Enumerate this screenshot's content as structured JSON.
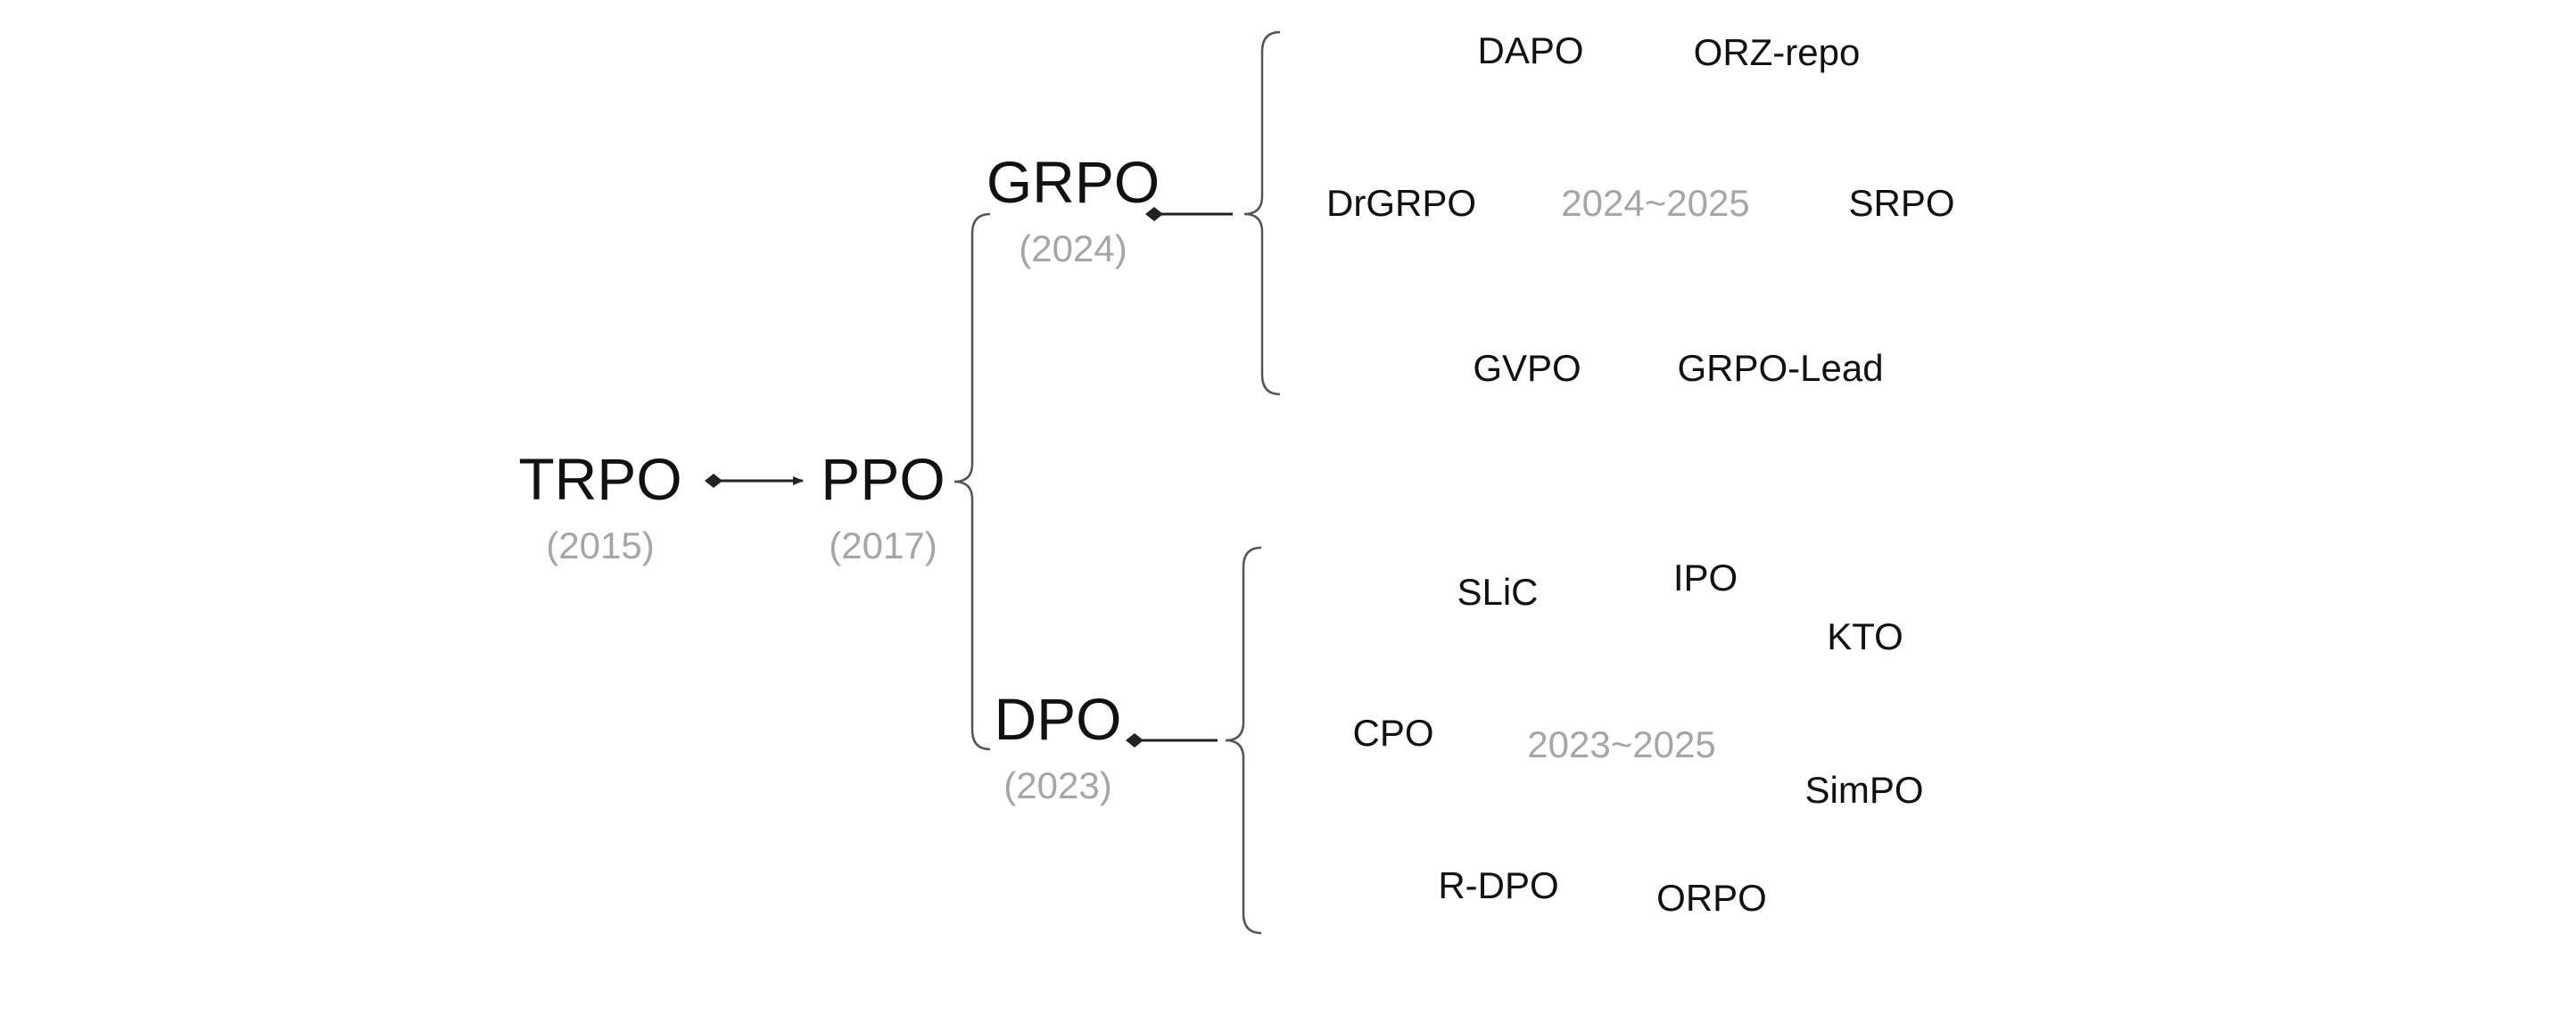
{
  "nodes": {
    "trpo": {
      "name": "TRPO",
      "year": "(2015)"
    },
    "ppo": {
      "name": "PPO",
      "year": "(2017)"
    },
    "grpo": {
      "name": "GRPO",
      "year": "(2024)"
    },
    "dpo": {
      "name": "DPO",
      "year": "(2023)"
    }
  },
  "grpo_group": {
    "range": "2024~2025",
    "items": [
      "DAPO",
      "ORZ-repo",
      "DrGRPO",
      "SRPO",
      "GVPO",
      "GRPO-Lead"
    ]
  },
  "dpo_group": {
    "range": "2023~2025",
    "items": [
      "SLiC",
      "IPO",
      "KTO",
      "CPO",
      "SimPO",
      "R-DPO",
      "ORPO"
    ]
  },
  "colors": {
    "text": "#111111",
    "muted": "#a6a6a6",
    "line": "#333333"
  }
}
